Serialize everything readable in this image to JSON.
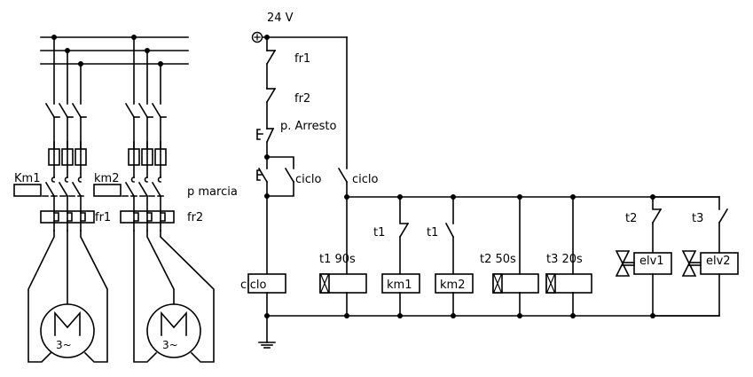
{
  "supply": {
    "voltage_label": "24 V",
    "positive_symbol": "+"
  },
  "power_circuit": {
    "motor1": {
      "contactor_label": "Km1",
      "overload_label": "fr1",
      "motor_symbol": "M",
      "motor_type": "3~"
    },
    "motor2": {
      "contactor_label": "km2",
      "overload_label": "fr2",
      "motor_symbol": "M",
      "motor_type": "3~"
    }
  },
  "control_circuit": {
    "contacts": {
      "fr1": "fr1",
      "fr2": "fr2",
      "stop_button": "p. Arresto",
      "start_button": "p marcia",
      "hold_contact": "ciclo",
      "cycle_contact": "ciclo",
      "t1_nc": "t1",
      "t1_no": "t1",
      "t2": "t2",
      "t3": "t3"
    },
    "coils": {
      "ciclo": "ciclo",
      "t1_label": "t1 90s",
      "km1": "km1",
      "km2": "km2",
      "t2_label": "t2 50s",
      "t3_label": "t3 20s",
      "elv1": "elv1",
      "elv2": "elv2"
    }
  }
}
